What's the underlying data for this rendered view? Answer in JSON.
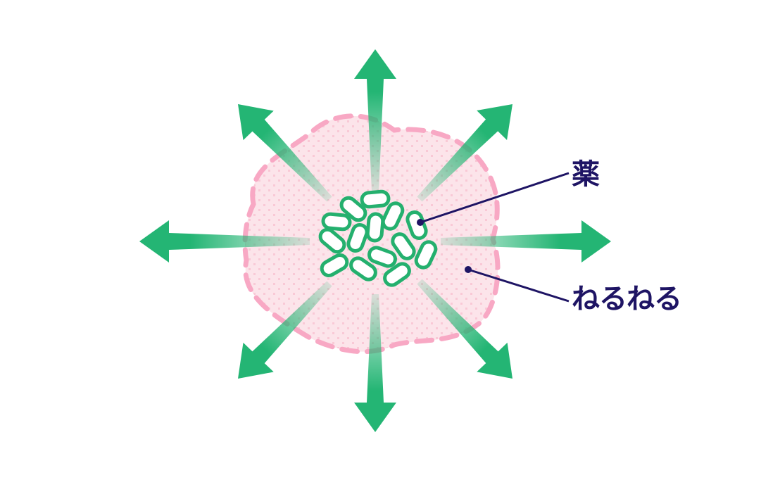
{
  "labels": {
    "drug": "薬",
    "nerunerу_placeholder": null,
    "nerunerу": null,
    "neruneru": "ねるねる"
  },
  "colors": {
    "arrow": "#24b574",
    "blob_fill": "#fce4ea",
    "blob_dots": "#f9c9d6",
    "blob_outline": "#f8a8c4",
    "pill_outline": "#24b06e",
    "label": "#1e1464"
  },
  "arrow_count": 8,
  "particle_count": 14
}
